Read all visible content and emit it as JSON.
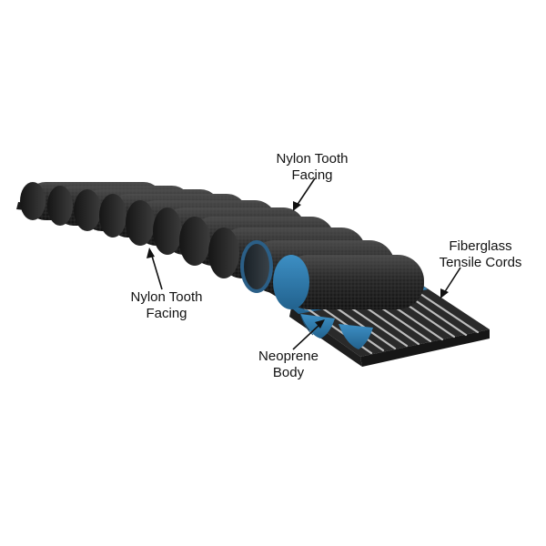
{
  "colors": {
    "belt_dark": "#1c1c1c",
    "belt_mid": "#3a3a3a",
    "neoprene_blue": "#2f7fb5",
    "cord_gray": "#b9b9b9",
    "arrow": "#111111",
    "text": "#111111",
    "background": "#ffffff"
  },
  "labels": {
    "nylon_top": {
      "line1": "Nylon Tooth",
      "line2": "Facing"
    },
    "nylon_left": {
      "line1": "Nylon Tooth",
      "line2": "Facing"
    },
    "neoprene": {
      "line1": "Neoprene",
      "line2": "Body"
    },
    "fiberglass": {
      "line1": "Fiberglass",
      "line2": "Tensile Cords"
    }
  }
}
